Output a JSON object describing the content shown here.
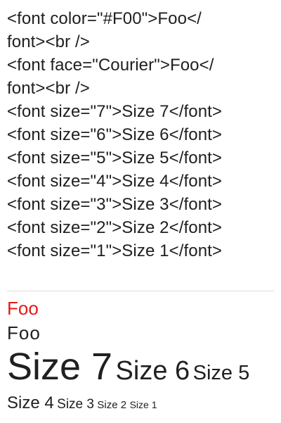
{
  "source": {
    "lines": [
      "<font color=\"#F00\">Foo</",
      "font><br />",
      "<font face=\"Courier\">Foo</",
      "font><br />",
      "<font size=\"7\">Size 7</font>",
      "<font size=\"6\">Size 6</font>",
      "<font size=\"5\">Size 5</font>",
      "<font size=\"4\">Size 4</font>",
      "<font size=\"3\">Size 3</font>",
      "<font size=\"2\">Size 2</font>",
      "<font size=\"1\">Size 1</font>"
    ]
  },
  "rendered": {
    "red_foo": "Foo",
    "courier_foo": "Foo",
    "sizes": [
      "Size 7",
      "Size 6",
      "Size 5",
      "Size 4",
      "Size 3",
      "Size 2",
      "Size 1"
    ]
  },
  "colors": {
    "red_text": "#E21B1B",
    "text": "#202020",
    "divider": "#DCDCDC"
  }
}
